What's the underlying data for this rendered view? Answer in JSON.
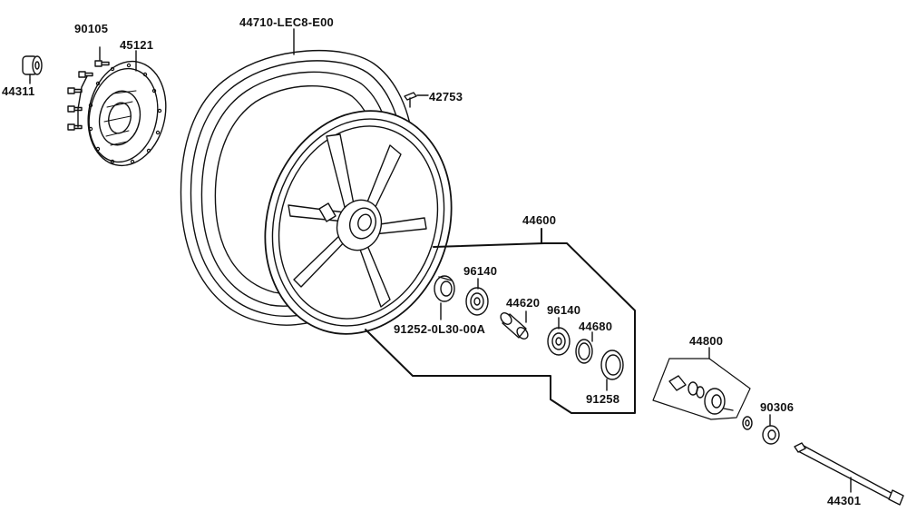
{
  "diagram": {
    "callouts": {
      "p90105": "90105",
      "p45121": "45121",
      "p44311": "44311",
      "p44710": "44710-LEC8-E00",
      "p42753": "42753",
      "p44600": "44600",
      "p96140a": "96140",
      "p44620": "44620",
      "p91252": "91252-0L30-00A",
      "p96140b": "96140",
      "p44680": "44680",
      "p91258": "91258",
      "p44800": "44800",
      "p90306": "90306",
      "p44301": "44301"
    }
  }
}
